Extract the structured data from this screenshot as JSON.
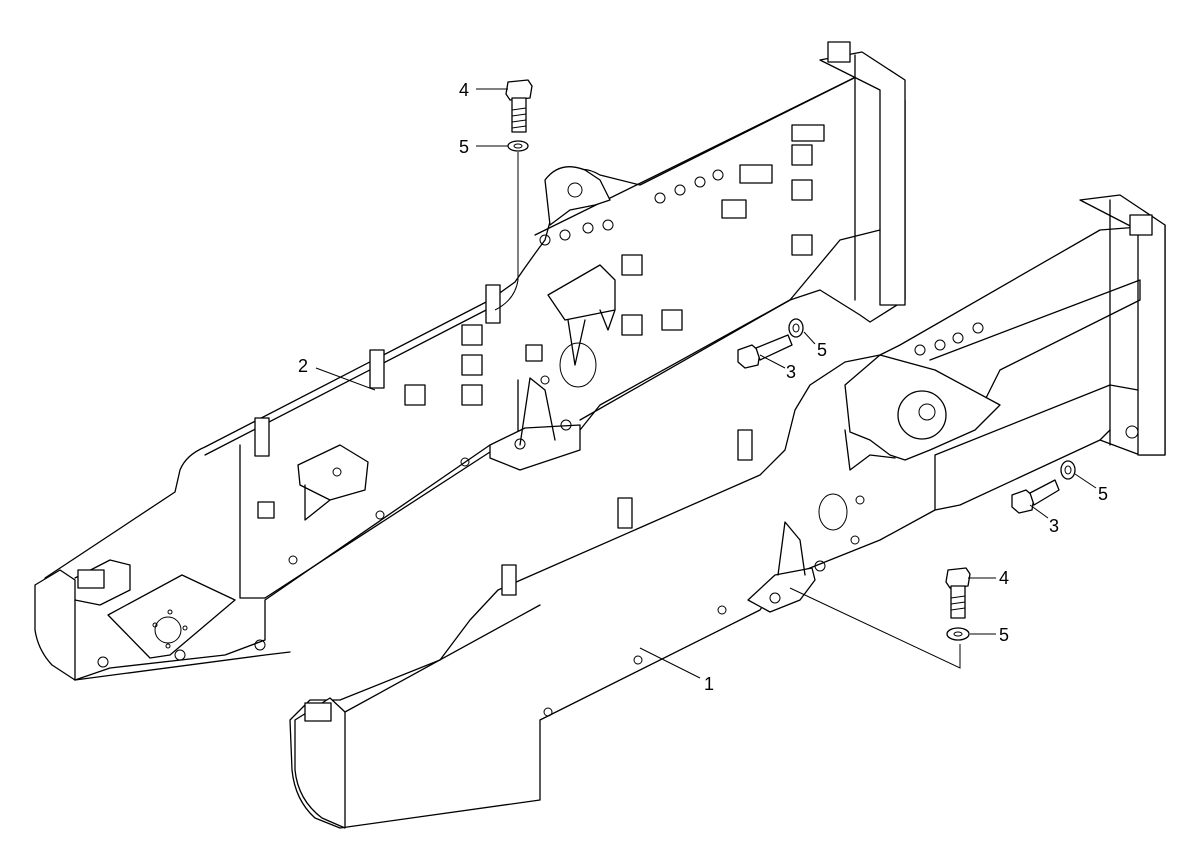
{
  "callouts": [
    {
      "id": "1"
    },
    {
      "id": "2"
    },
    {
      "id": "3"
    },
    {
      "id": "3"
    },
    {
      "id": "4"
    },
    {
      "id": "4"
    },
    {
      "id": "5"
    },
    {
      "id": "5"
    },
    {
      "id": "5"
    },
    {
      "id": "5"
    }
  ],
  "colors": {
    "line": "#000000",
    "background": "#ffffff"
  }
}
